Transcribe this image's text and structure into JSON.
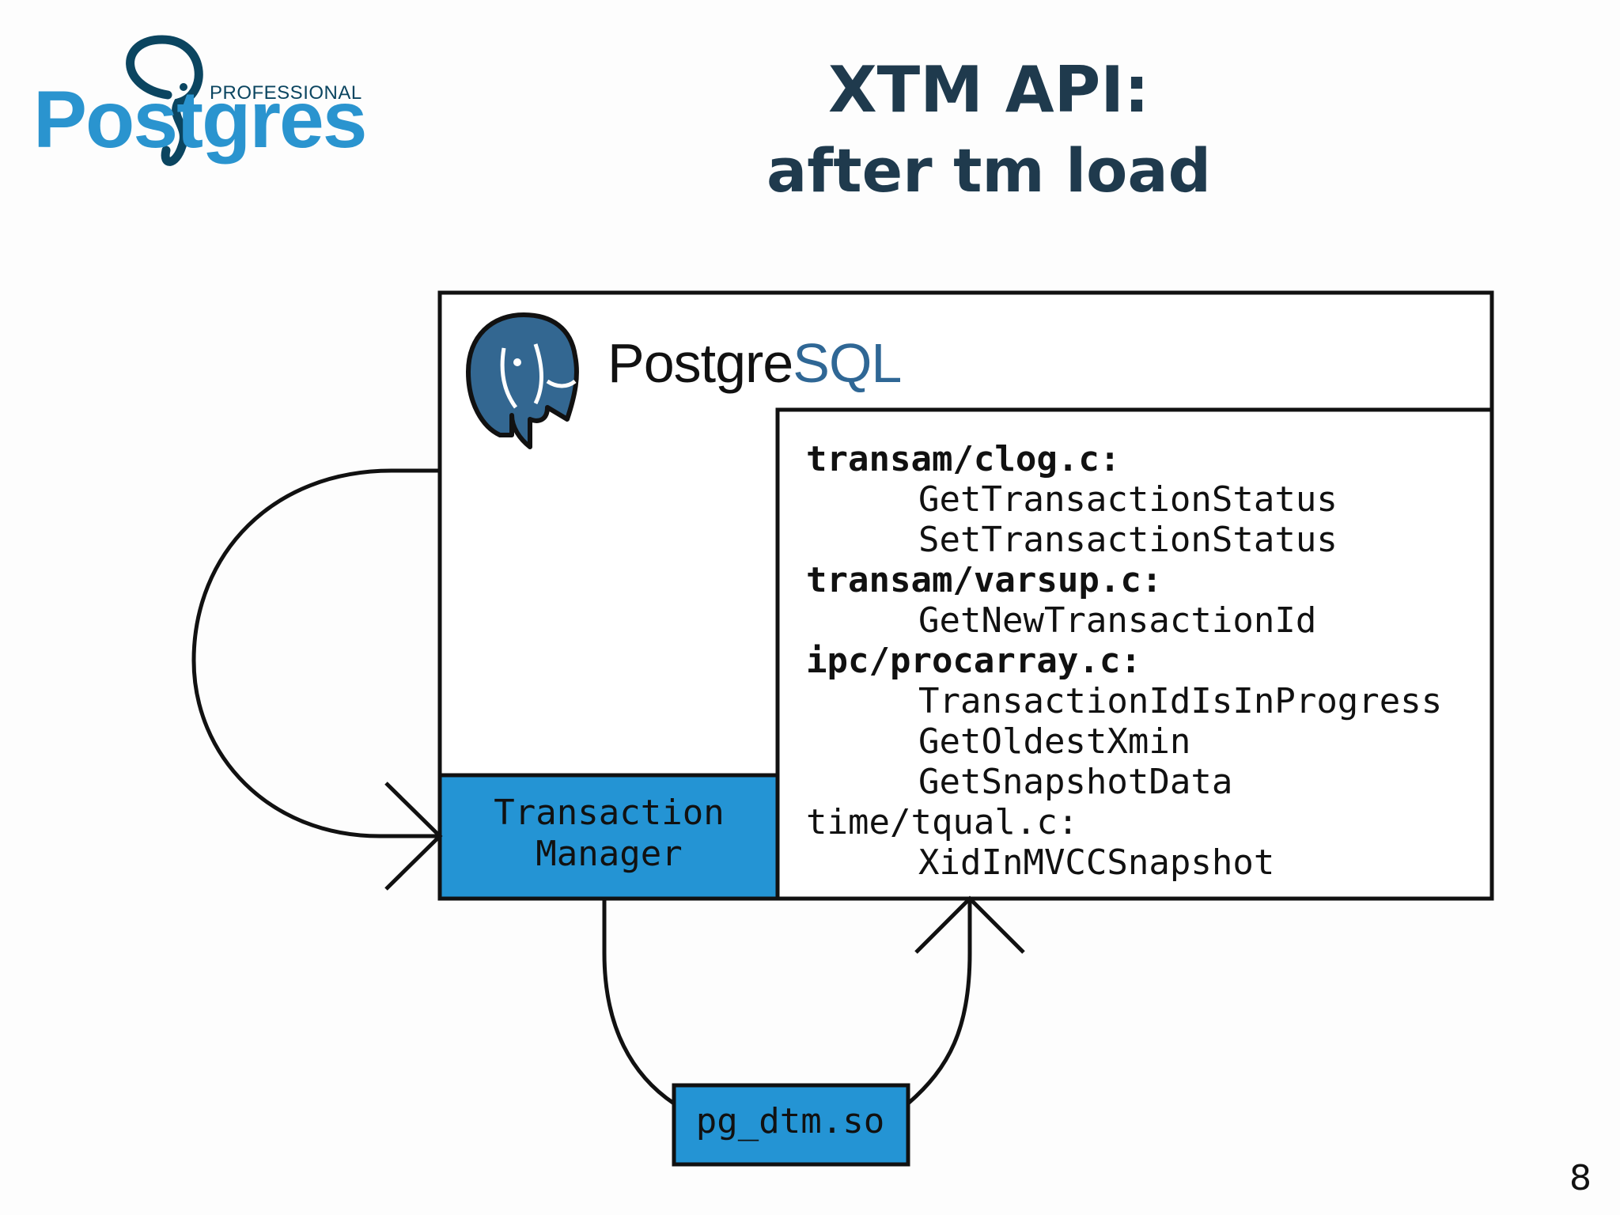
{
  "brand": {
    "professional": "PROFESSIONAL",
    "postgres": "Postgres"
  },
  "title": {
    "line1": "XTM API:",
    "line2": "after tm load"
  },
  "postgresql_logo": {
    "word_part1": "Postgre",
    "word_part2": "SQL"
  },
  "code_listing": [
    {
      "text": "transam/clog.c:",
      "bold": true
    },
    {
      "text": "GetTransactionStatus",
      "bold": false
    },
    {
      "text": "SetTransactionStatus",
      "bold": false
    },
    {
      "text": "transam/varsup.c:",
      "bold": true
    },
    {
      "text": "GetNewTransactionId",
      "bold": false
    },
    {
      "text": "ipc/procarray.c:",
      "bold": true
    },
    {
      "text": "TransactionIdIsInProgress",
      "bold": false
    },
    {
      "text": "GetOldestXmin",
      "bold": false
    },
    {
      "text": "GetSnapshotData",
      "bold": false
    },
    {
      "text": "time/tqual.c:",
      "bold": false
    },
    {
      "text": "XidInMVCCSnapshot",
      "bold": false
    }
  ],
  "transaction_manager": {
    "line1": "Transaction",
    "line2": "Manager"
  },
  "extension_box": {
    "label": "pg_dtm.so"
  },
  "page_number": "8",
  "colors": {
    "accent_blue": "#2a94cf",
    "box_blue": "#2494d4",
    "postgres_blue": "#336791",
    "title_navy": "#1f3a4d"
  }
}
